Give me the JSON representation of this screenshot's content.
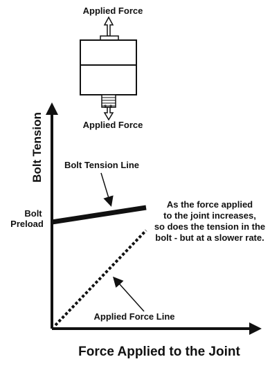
{
  "labels": {
    "applied_force_top": "Applied Force",
    "applied_force_bottom": "Applied Force",
    "y_axis": "Bolt Tension",
    "x_axis": "Force Applied to the Joint",
    "bolt_tension_line": "Bolt Tension Line",
    "bolt_preload_1": "Bolt",
    "bolt_preload_2": "Preload",
    "note_lines": [
      "As the force applied",
      "to the joint increases,",
      "so does the tension in the",
      "bolt - but at a slower rate."
    ],
    "applied_force_line": "Applied Force Line"
  },
  "colors": {
    "ink": "#111111",
    "background": "#ffffff"
  }
}
